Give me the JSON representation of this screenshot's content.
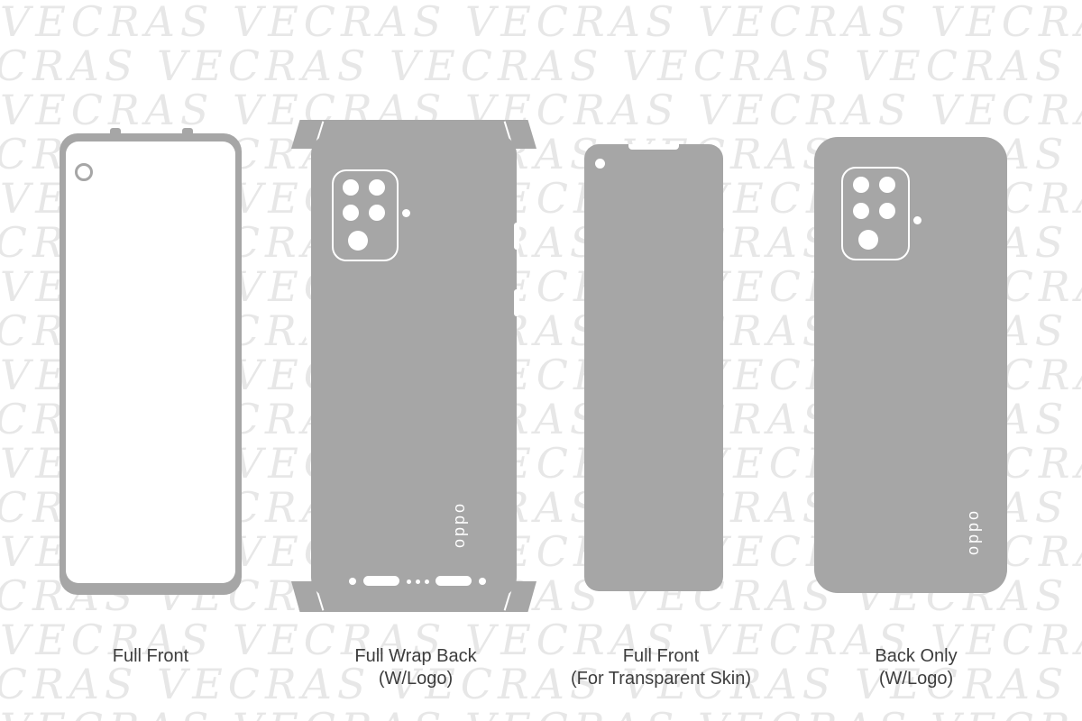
{
  "colors": {
    "gray": "#a6a6a6",
    "bg": "#ffffff",
    "wm": "#e7e7e7",
    "label": "#3d3d3d"
  },
  "watermark": {
    "unit": "VECRAS",
    "rows": 17,
    "cols": 10
  },
  "brand_logo": "oppo",
  "templates": [
    {
      "name": "full-front",
      "caption_line1": "Full Front",
      "caption_line2": ""
    },
    {
      "name": "full-wrap-back",
      "caption_line1": "Full Wrap Back",
      "caption_line2": "(W/Logo)"
    },
    {
      "name": "full-front-transparent",
      "caption_line1": "Full Front",
      "caption_line2": "(For Transparent Skin)"
    },
    {
      "name": "back-only",
      "caption_line1": "Back Only",
      "caption_line2": "(W/Logo)"
    }
  ]
}
